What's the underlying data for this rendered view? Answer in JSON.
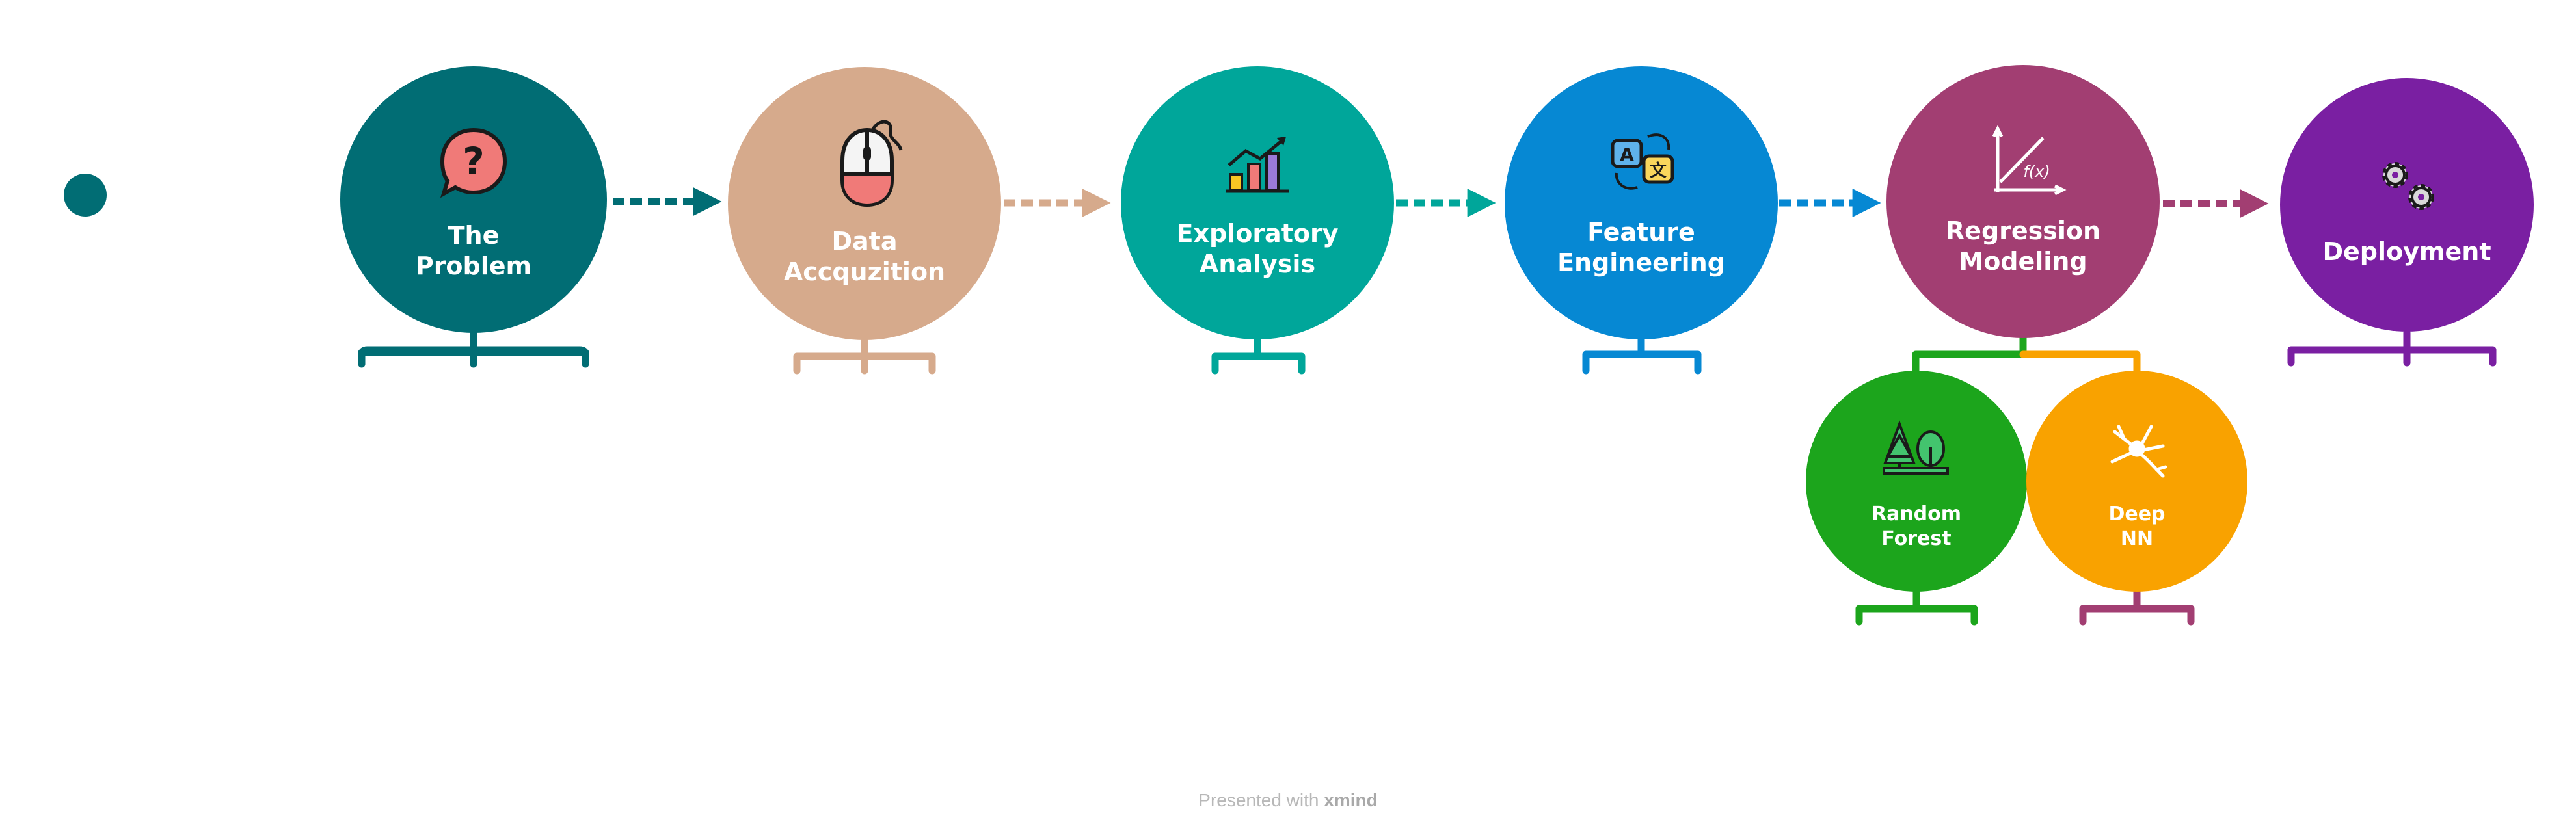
{
  "nodes": [
    {
      "id": "problem",
      "lines": [
        "The",
        "Problem"
      ],
      "color": "#016d74",
      "icon": "question-bubble-icon"
    },
    {
      "id": "data",
      "lines": [
        "Data",
        "Accquzition"
      ],
      "color": "#d6aa8c",
      "icon": "mouse-icon"
    },
    {
      "id": "eda",
      "lines": [
        "Exploratory",
        "Analysis"
      ],
      "color": "#00a69a",
      "icon": "bar-chart-icon"
    },
    {
      "id": "feature",
      "lines": [
        "Feature",
        "Engineering"
      ],
      "color": "#0688d3",
      "icon": "translate-icon"
    },
    {
      "id": "regression",
      "lines": [
        "Regression",
        "Modeling"
      ],
      "color": "#a23e72",
      "icon": "function-graph-icon"
    },
    {
      "id": "deployment",
      "lines": [
        "Deployment"
      ],
      "color": "#7a1fa2",
      "icon": "gears-icon"
    },
    {
      "id": "random-forest",
      "lines": [
        "Random",
        "Forest"
      ],
      "color": "#1ca51c",
      "icon": "forest-icon"
    },
    {
      "id": "deep-nn",
      "lines": [
        "Deep",
        "NN"
      ],
      "color": "#f9a200",
      "icon": "neuron-icon"
    }
  ],
  "start_dot_color": "#016d74",
  "footer": {
    "prefix": "Presented with",
    "brand": "xmind"
  }
}
